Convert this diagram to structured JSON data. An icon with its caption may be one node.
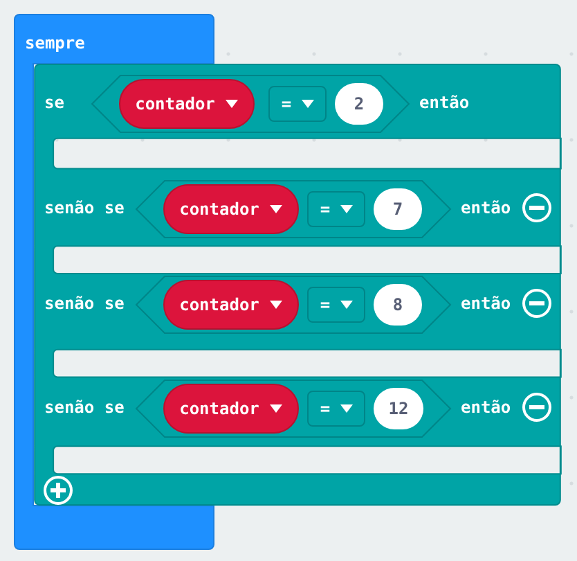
{
  "diagram": {
    "nodes": [
      {
        "text": [
          "sempre"
        ]
      },
      {
        "text": [
          "se",
          "então",
          "senão se",
          "então",
          "senão se",
          "então",
          "senão se",
          "então"
        ]
      },
      {
        "text": [],
        "shape": "hexagon",
        "in": 1
      },
      {
        "text": [
          "contador"
        ],
        "in": 2
      },
      {
        "text": [
          "="
        ],
        "in": 2
      },
      {
        "text": [
          "2"
        ],
        "in": 2
      },
      {
        "text": [],
        "shape": "hexagon",
        "in": 1
      },
      {
        "text": [
          "contador"
        ],
        "in": 6
      },
      {
        "text": [
          "="
        ],
        "in": 6
      },
      {
        "text": [
          "7"
        ],
        "in": 6
      },
      {
        "text": [],
        "shape": "hexagon",
        "in": 1
      },
      {
        "text": [
          "contador"
        ],
        "in": 10
      },
      {
        "text": [
          "="
        ],
        "in": 10
      },
      {
        "text": [
          "8"
        ],
        "in": 10
      },
      {
        "text": [],
        "shape": "hexagon",
        "in": 1
      },
      {
        "text": [
          "contador"
        ],
        "in": 14
      },
      {
        "text": [
          "="
        ],
        "in": 14
      },
      {
        "text": [
          "12"
        ],
        "in": 14
      }
    ]
  }
}
